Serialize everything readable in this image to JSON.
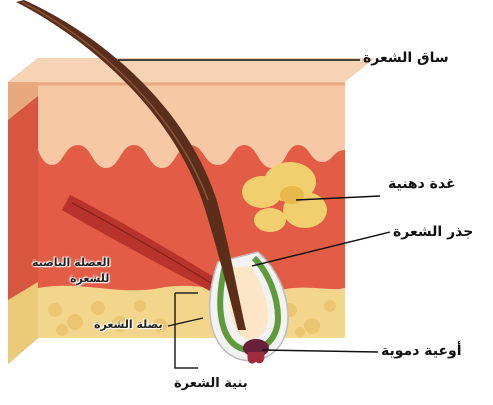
{
  "labels": {
    "hair_shaft": "ساق الشعرة",
    "sebaceous_gland": "غدة دهنية",
    "hair_root": "جذر الشعرة",
    "blood_vessels": "أوعية دموية",
    "arrector_muscle_line1": "العضلة الناصبة",
    "arrector_muscle_line2": "للشعرة",
    "hair_bulb": "بصلة الشعرة"
  },
  "caption": "بنية الشعرة",
  "colors": {
    "epidermis_top": "#f6c9a4",
    "epidermis_side": "#e9a97f",
    "dermis": "#e8614a",
    "dermis_dark": "#c9402f",
    "fat": "#f3d68b",
    "hair": "#5a2e1a",
    "gland": "#f2cf6e",
    "follicle_green": "#5f9a3c",
    "muscle": "#b8332b",
    "vessel": "#6a1f3a"
  }
}
